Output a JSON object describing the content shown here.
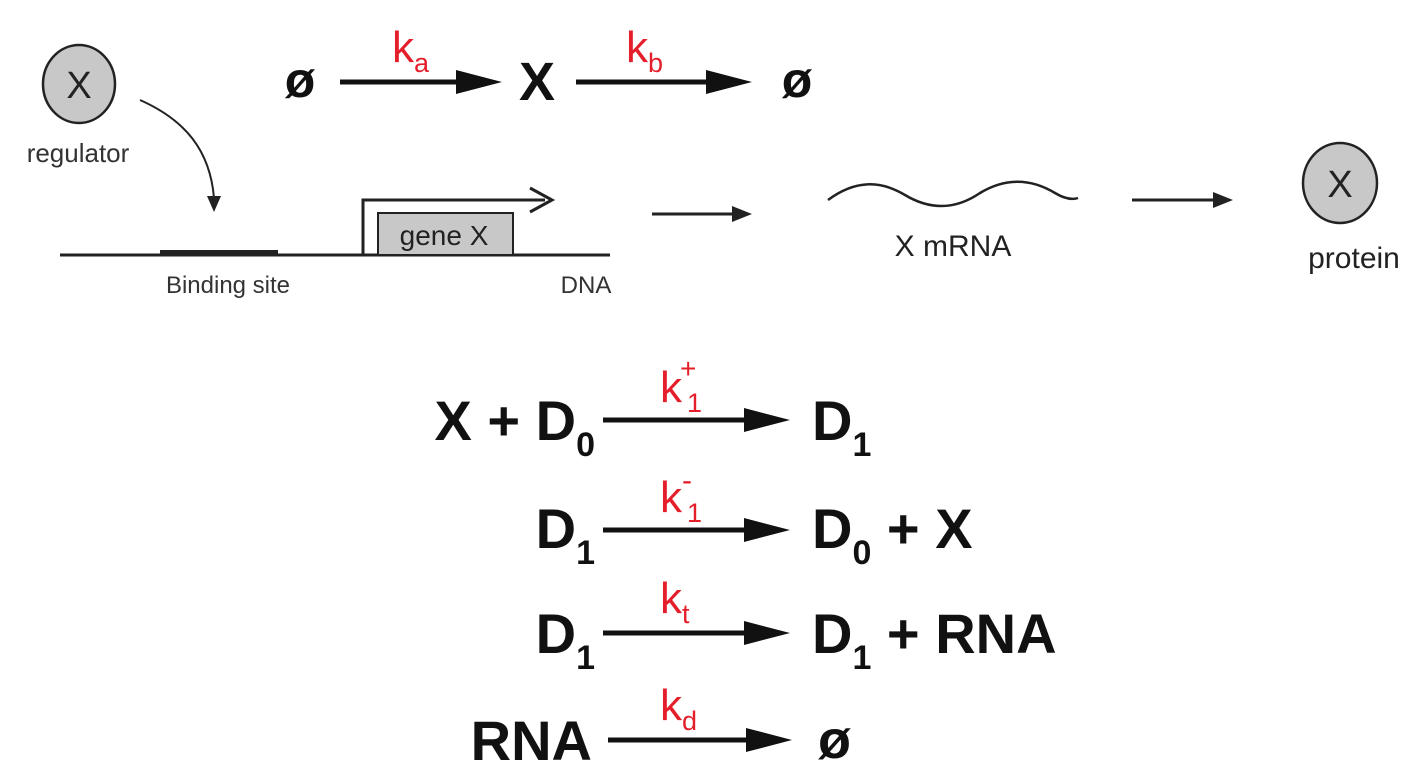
{
  "colors": {
    "rate": "#e41e2a",
    "ink": "#111111",
    "circle_fill": "#c8c8c8",
    "box_fill": "#c8c8c8"
  },
  "top_reaction": {
    "reactant": "ø",
    "rate1": {
      "base": "k",
      "sub": "a"
    },
    "middle": "X",
    "rate2": {
      "base": "k",
      "sub": "b"
    },
    "product": "ø"
  },
  "schematic": {
    "regulator_symbol": "X",
    "regulator_label": "regulator",
    "gene_label": "gene X",
    "binding_label": "Binding site",
    "dna_label": "DNA",
    "mrna_label": "X mRNA",
    "protein_symbol": "X",
    "protein_label": "protein"
  },
  "reactions": [
    {
      "left": {
        "a": "X + D",
        "a_sub": "0"
      },
      "rate": {
        "base": "k",
        "sub": "1",
        "sup": "+"
      },
      "right": {
        "a": "D",
        "a_sub": "1",
        "b": ""
      }
    },
    {
      "left": {
        "a": "D",
        "a_sub": "1"
      },
      "rate": {
        "base": "k",
        "sub": "1",
        "sup": "-"
      },
      "right": {
        "a": "D",
        "a_sub": "0",
        "b": " + X"
      }
    },
    {
      "left": {
        "a": "D",
        "a_sub": "1"
      },
      "rate": {
        "base": "k",
        "sub": "t",
        "sup": ""
      },
      "right": {
        "a": "D",
        "a_sub": "1",
        "b": " + RNA"
      }
    },
    {
      "left": {
        "a": "RNA",
        "a_sub": ""
      },
      "rate": {
        "base": "k",
        "sub": "d",
        "sup": ""
      },
      "right": {
        "a": "ø",
        "a_sub": "",
        "b": ""
      }
    }
  ]
}
